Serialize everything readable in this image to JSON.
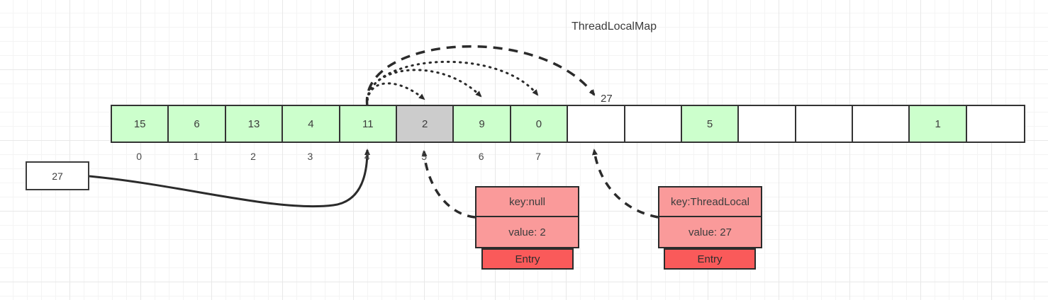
{
  "diagram": {
    "title": "ThreadLocalMap",
    "pointer_label": "27",
    "input_box_value": "27"
  },
  "array": {
    "cells": [
      {
        "value": "15",
        "state": "green"
      },
      {
        "value": "6",
        "state": "green"
      },
      {
        "value": "13",
        "state": "green"
      },
      {
        "value": "4",
        "state": "green"
      },
      {
        "value": "11",
        "state": "green"
      },
      {
        "value": "2",
        "state": "gray"
      },
      {
        "value": "9",
        "state": "green"
      },
      {
        "value": "0",
        "state": "green"
      },
      {
        "value": "",
        "state": "empty"
      },
      {
        "value": "",
        "state": "empty"
      },
      {
        "value": "5",
        "state": "green"
      },
      {
        "value": "",
        "state": "empty"
      },
      {
        "value": "",
        "state": "empty"
      },
      {
        "value": "",
        "state": "empty"
      },
      {
        "value": "1",
        "state": "green"
      },
      {
        "value": "",
        "state": "empty"
      }
    ],
    "indices": [
      "0",
      "1",
      "2",
      "3",
      "4",
      "5",
      "6",
      "7"
    ]
  },
  "entries": [
    {
      "key": "key:null",
      "value": "value: 2",
      "tag": "Entry"
    },
    {
      "key": "key:ThreadLocal",
      "value": "value: 27",
      "tag": "Entry"
    }
  ],
  "colors": {
    "green_cell": "#ccffcc",
    "gray_cell": "#cccccc",
    "entry_body": "#fa9a9a",
    "entry_tag": "#fa5a5a",
    "stroke": "#333333"
  }
}
